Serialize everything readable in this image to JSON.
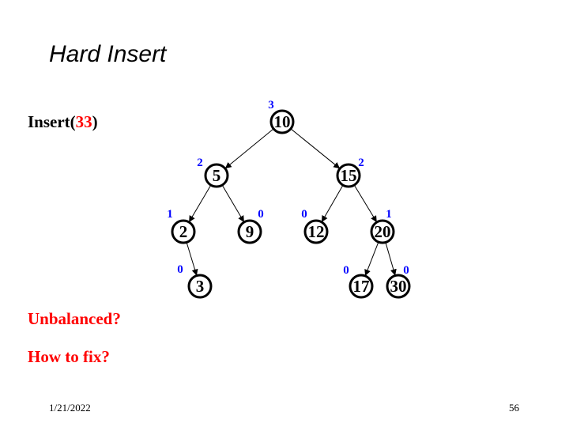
{
  "title": "Hard Insert",
  "insert": {
    "prefix": "Insert(",
    "value": "33",
    "suffix": ")"
  },
  "questions": [
    "Unbalanced?",
    "How to fix?"
  ],
  "footer": {
    "date": "1/21/2022",
    "page": "56"
  },
  "colors": {
    "height_label": "#0000ff",
    "highlight": "#ff0000"
  },
  "tree": {
    "nodes": [
      {
        "id": "n10",
        "value": "10",
        "height": "3",
        "parent": null
      },
      {
        "id": "n5",
        "value": "5",
        "height": "2",
        "parent": "n10"
      },
      {
        "id": "n15",
        "value": "15",
        "height": "2",
        "parent": "n10"
      },
      {
        "id": "n2",
        "value": "2",
        "height": "1",
        "parent": "n5"
      },
      {
        "id": "n9",
        "value": "9",
        "height": "0",
        "parent": "n5"
      },
      {
        "id": "n12",
        "value": "12",
        "height": "0",
        "parent": "n15"
      },
      {
        "id": "n20",
        "value": "20",
        "height": "1",
        "parent": "n15"
      },
      {
        "id": "n3",
        "value": "3",
        "height": "0",
        "parent": "n2"
      },
      {
        "id": "n17",
        "value": "17",
        "height": "0",
        "parent": "n20"
      },
      {
        "id": "n30",
        "value": "30",
        "height": "0",
        "parent": "n20"
      }
    ]
  }
}
